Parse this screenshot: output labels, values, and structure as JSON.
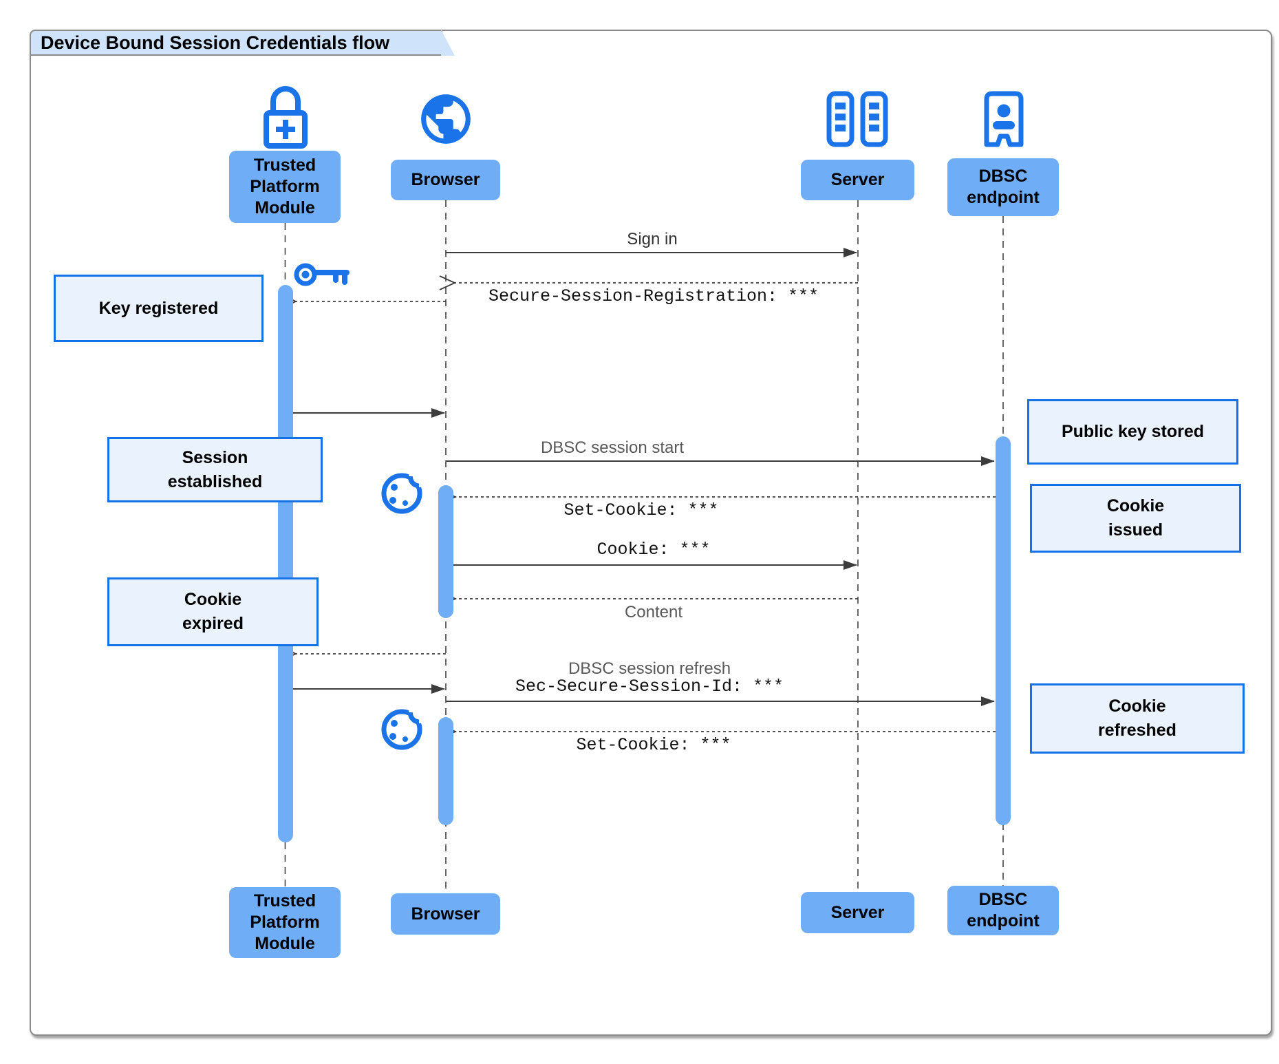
{
  "diagram": {
    "title": "Device Bound Session Credentials flow"
  },
  "participants": [
    {
      "name": "Trusted Platform Module",
      "icon": "lock-plus-icon"
    },
    {
      "name": "Browser",
      "icon": "globe-icon"
    },
    {
      "name": "Server",
      "icon": "server-rack-icon"
    },
    {
      "name": "DBSC endpoint",
      "icon": "badge-person-icon"
    }
  ],
  "messages": {
    "sign_in": "Sign in",
    "secure_session_registration": "Secure-Session-Registration: ***",
    "dbsc_session_start": "DBSC session start",
    "set_cookie_first": "Set-Cookie: ***",
    "cookie": "Cookie: ***",
    "content": "Content",
    "dbsc_session_refresh": "DBSC session refresh",
    "sec_secure_session_id": "Sec-Secure-Session-Id: ***",
    "set_cookie_second": "Set-Cookie: ***"
  },
  "notes": {
    "key_registered": "Key registered",
    "session_established": "Session established",
    "cookie_expired": "Cookie expired",
    "public_key_stored": "Public key stored",
    "cookie_issued": "Cookie issued",
    "cookie_refreshed": "Cookie refreshed"
  },
  "colors": {
    "actor_fill": "#6fadf7",
    "activation_fill": "#6fadf7",
    "note_fill": "#e9f2fd",
    "note_border": "#1372e8",
    "icon_blue": "#1a73e8",
    "title_tab_fill": "#cfe3fa",
    "frame_border": "#8a8a8a",
    "line_color": "#3c3c3c"
  }
}
